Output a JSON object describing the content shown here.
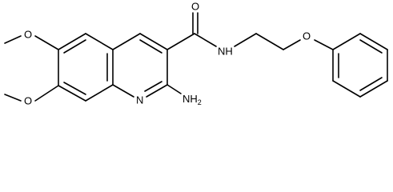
{
  "molecule": {
    "labels": {
      "methoxy_top": "O",
      "methoxy_bottom": "O",
      "carbonyl_oxygen": "O",
      "amide_nh": "NH",
      "ring_nitrogen": "N",
      "amino_group": "NH",
      "amino_subscript": "2",
      "ether_oxygen": "O"
    },
    "colors": {
      "bond": "#000000",
      "label": "#000000",
      "background": "#ffffff"
    }
  }
}
